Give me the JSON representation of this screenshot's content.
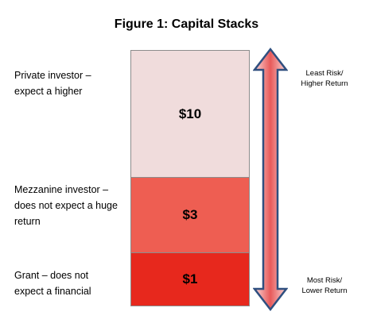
{
  "title": "Figure 1: Capital Stacks",
  "blocks": [
    {
      "value": "$10",
      "label_lines": [
        "Private investor –",
        "expect a higher"
      ]
    },
    {
      "value": "$3",
      "label_lines": [
        "Mezzanine investor –",
        "does not expect a huge",
        "return"
      ]
    },
    {
      "value": "$1",
      "label_lines": [
        "Grant – does not",
        "expect a financial"
      ]
    }
  ],
  "arrow": {
    "top_label": [
      "Least Risk/",
      "Higher Return"
    ],
    "bottom_label": [
      "Most Risk/",
      "Lower Return"
    ]
  },
  "colors": {
    "block_top": "#f0dcdc",
    "block_middle": "#ee5e52",
    "block_bottom": "#e7281d",
    "arrow_outline": "#2f4f7f"
  }
}
